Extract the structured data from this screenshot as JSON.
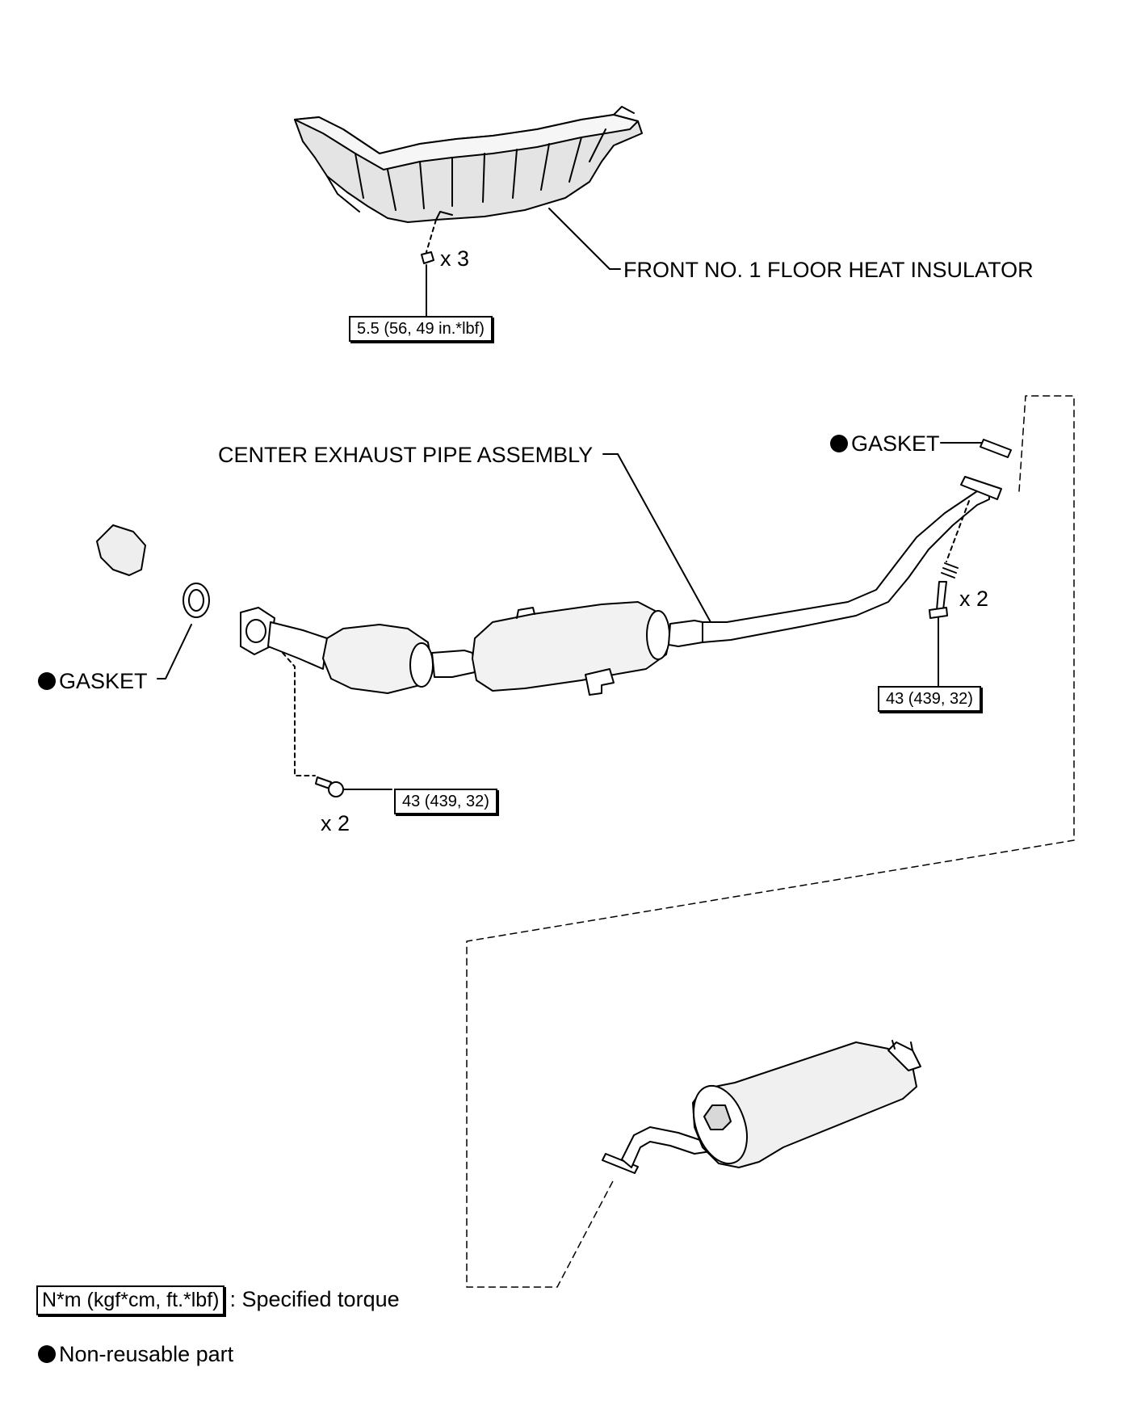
{
  "labels": {
    "insulator": "FRONT NO. 1 FLOOR HEAT INSULATOR",
    "center_pipe": "CENTER EXHAUST PIPE ASSEMBLY",
    "gasket_right": "GASKET",
    "gasket_left": "GASKET",
    "qty_insulator_nuts": "x 3",
    "qty_rear_bolts": "x 2",
    "qty_front_bolts": "x 2"
  },
  "torques": {
    "insulator_nut": "5.5 (56, 49 in.*lbf)",
    "rear_flange_bolt": "43 (439, 32)",
    "front_flange_bolt": "43 (439, 32)"
  },
  "legend": {
    "torque_unit": "N*m (kgf*cm, ft.*lbf)",
    "torque_text": ": Specified torque",
    "non_reusable_text": "Non-reusable part"
  }
}
